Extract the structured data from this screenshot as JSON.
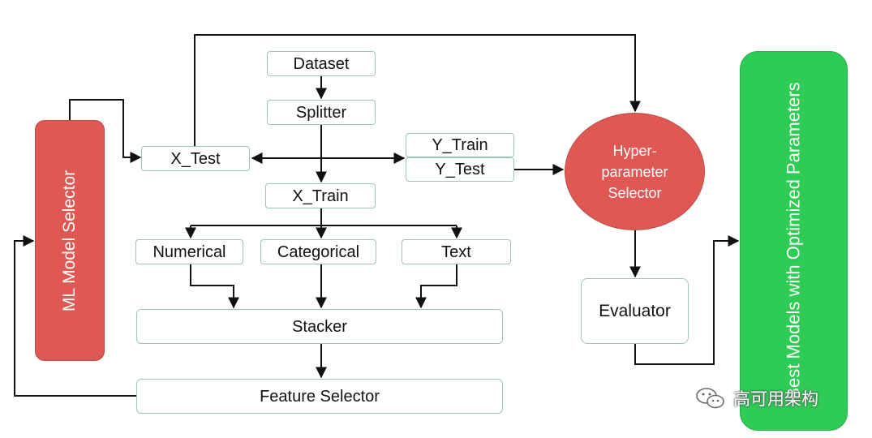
{
  "diagram": {
    "nodes": {
      "dataset": "Dataset",
      "splitter": "Splitter",
      "x_test": "X_Test",
      "y_train": "Y_Train",
      "y_test": "Y_Test",
      "x_train": "X_Train",
      "numerical": "Numerical",
      "categorical": "Categorical",
      "text": "Text",
      "stacker": "Stacker",
      "feature_selector": "Feature Selector",
      "ml_model_selector": "ML Model Selector",
      "hyper_line1": "Hyper-",
      "hyper_line2": "parameter",
      "hyper_line3": "Selector",
      "evaluator": "Evaluator",
      "best_models": "Best Models with Optimized Parameters"
    },
    "colors": {
      "red": "#e05853",
      "green": "#2ecc55",
      "box_border": "#9ec3bf",
      "arrow": "#111111"
    }
  },
  "watermark": {
    "icon": "wechat-icon",
    "text": "高可用架构"
  }
}
